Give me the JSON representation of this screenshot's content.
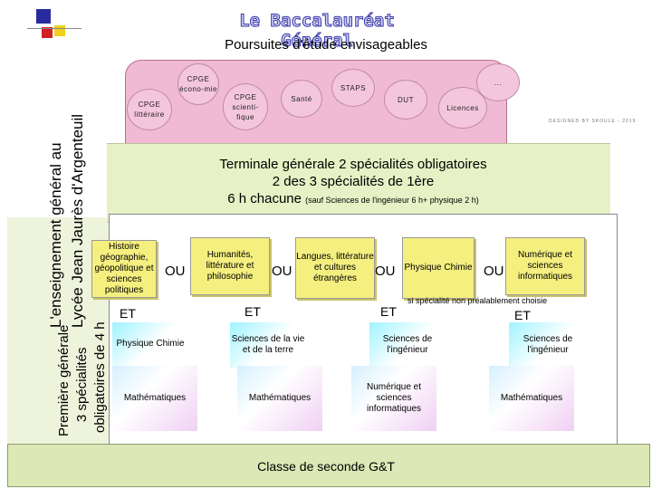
{
  "title": "Le Baccalauréat Général",
  "subtitle": "Poursuites d'étude envisageables",
  "side_labels": {
    "line1": "L'enseignement général au",
    "line2": "Lycée Jean Jaurès d'Argenteuil",
    "line3": "Première générale",
    "line4": "3 spécialités",
    "line5": "obligatoires de 4 h"
  },
  "poursuites": {
    "cpge_eco": "CPGE écono-mie",
    "cpge_lit": "CPGE littéraire",
    "cpge_sci": "CPGE scienti-fique",
    "sante": "Santé",
    "staps": "STAPS",
    "dut": "DUT",
    "licences": "Licences",
    "etc": "..."
  },
  "watermark": "DESIGNED BY SKOULE - 2019",
  "terminale": {
    "line1": "Terminale générale 2 spécialités obligatoires",
    "line2": "2 des 3 spécialités de 1ère",
    "line3": "6 h chacune",
    "note": "(sauf Sciences de l'ingénieur 6 h+ physique 2 h)"
  },
  "specialites": {
    "histoire": "Histoire géographie, géopolitique et sciences politiques",
    "humanites": "Humanités, littérature et philosophie",
    "langues": "Langues, littérature et cultures étrangères",
    "physique": "Physique Chimie",
    "numerique": "Numérique et sciences informatiques"
  },
  "ou": "OU",
  "et": "ET",
  "note_si": "si spécialité non préalablement choisie",
  "sub_boxes": {
    "physique": "Physique Chimie",
    "maths1": "Mathématiques",
    "svt": "Sciences de la vie et de la terre",
    "maths2": "Mathématiques",
    "si1": "Sciences de l'ingénieur",
    "nsi": "Numérique et sciences informatiques",
    "si2": "Sciences de l'ingénieur",
    "maths3": "Mathématiques"
  },
  "seconde": "Classe de seconde G&T"
}
